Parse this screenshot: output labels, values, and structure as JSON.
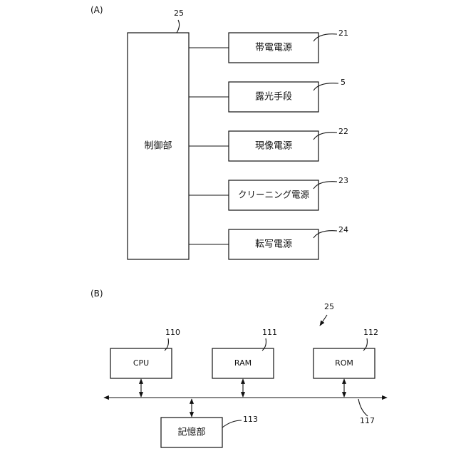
{
  "section_a": {
    "label": "(A)",
    "controller": {
      "label": "制御部",
      "ref": "25"
    },
    "units": [
      {
        "label": "帯電電源",
        "ref": "21"
      },
      {
        "label": "露光手段",
        "ref": "5"
      },
      {
        "label": "現像電源",
        "ref": "22"
      },
      {
        "label": "クリーニング電源",
        "ref": "23"
      },
      {
        "label": "転写電源",
        "ref": "24"
      }
    ]
  },
  "section_b": {
    "label": "(B)",
    "ref": "25",
    "cpu": {
      "label": "CPU",
      "ref": "110"
    },
    "ram": {
      "label": "RAM",
      "ref": "111"
    },
    "rom": {
      "label": "ROM",
      "ref": "112"
    },
    "storage": {
      "label": "記憶部",
      "ref": "113"
    },
    "bus": {
      "ref": "117"
    }
  }
}
